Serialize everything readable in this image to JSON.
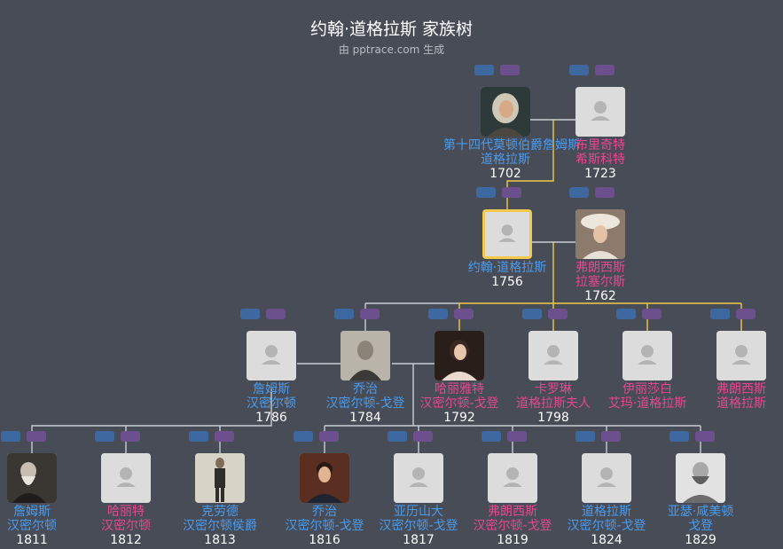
{
  "title": "约翰·道格拉斯 家族树",
  "subtitle": "由 pptrace.com 生成",
  "people": [
    {
      "id": "p1",
      "name": [
        "第十四代莫顿伯爵詹姆斯",
        "道格拉斯"
      ],
      "year": "1702",
      "gender": "m",
      "photo": "portrait-man-wig"
    },
    {
      "id": "p2",
      "name": [
        "布里奇特",
        "希斯科特"
      ],
      "year": "1723",
      "gender": "f",
      "photo": "placeholder"
    },
    {
      "id": "p3",
      "name": [
        "约翰·道格拉斯"
      ],
      "year": "1756",
      "gender": "m",
      "photo": "placeholder",
      "selected": true
    },
    {
      "id": "p4",
      "name": [
        "弗朗西斯",
        "拉塞尔斯"
      ],
      "year": "1762",
      "gender": "f",
      "photo": "portrait-woman-hat"
    },
    {
      "id": "p5",
      "name": [
        "詹姆斯",
        "汉密尔顿"
      ],
      "year": "1786",
      "gender": "m",
      "photo": "placeholder"
    },
    {
      "id": "p6",
      "name": [
        "乔治",
        "汉密尔顿-戈登"
      ],
      "year": "1784",
      "gender": "m",
      "photo": "portrait-man-engraving"
    },
    {
      "id": "p7",
      "name": [
        "哈丽雅特",
        "汉密尔顿-戈登"
      ],
      "year": "1792",
      "gender": "f",
      "photo": "portrait-woman-dark"
    },
    {
      "id": "p8",
      "name": [
        "卡罗琳",
        "道格拉斯夫人"
      ],
      "year": "1798",
      "gender": "f",
      "photo": "placeholder"
    },
    {
      "id": "p9",
      "name": [
        "伊丽莎白",
        "艾玛·道格拉斯"
      ],
      "year": "",
      "gender": "f",
      "photo": "placeholder"
    },
    {
      "id": "p10",
      "name": [
        "弗朗西斯",
        "道格拉斯"
      ],
      "year": "",
      "gender": "f",
      "photo": "placeholder"
    },
    {
      "id": "p11",
      "name": [
        "詹姆斯",
        "汉密尔顿"
      ],
      "year": "1811",
      "gender": "m",
      "photo": "portrait-old-man"
    },
    {
      "id": "p12",
      "name": [
        "哈丽特",
        "汉密尔顿"
      ],
      "year": "1812",
      "gender": "f",
      "photo": "placeholder"
    },
    {
      "id": "p13",
      "name": [
        "克劳德",
        "汉密尔顿侯爵"
      ],
      "year": "1813",
      "gender": "m",
      "photo": "portrait-standing-man"
    },
    {
      "id": "p14",
      "name": [
        "乔治",
        "汉密尔顿-戈登"
      ],
      "year": "1816",
      "gender": "m",
      "photo": "portrait-young-man"
    },
    {
      "id": "p15",
      "name": [
        "亚历山大",
        "汉密尔顿-戈登"
      ],
      "year": "1817",
      "gender": "m",
      "photo": "placeholder"
    },
    {
      "id": "p16",
      "name": [
        "弗朗西斯",
        "汉密尔顿-戈登"
      ],
      "year": "1819",
      "gender": "f",
      "photo": "placeholder"
    },
    {
      "id": "p17",
      "name": [
        "道格拉斯",
        "汉密尔顿-戈登"
      ],
      "year": "1824",
      "gender": "m",
      "photo": "placeholder"
    },
    {
      "id": "p18",
      "name": [
        "亚瑟·咸美顿",
        "戈登"
      ],
      "year": "1829",
      "gender": "m",
      "photo": "portrait-bearded-man"
    }
  ],
  "colors": {
    "background": "#474c57",
    "male": "#4a9cf0",
    "female": "#e8488e",
    "highlight": "#f2c94c",
    "line": "#c9cdd3",
    "tab_blue": "#3e69a0",
    "tab_purple": "#6c4f8d"
  }
}
